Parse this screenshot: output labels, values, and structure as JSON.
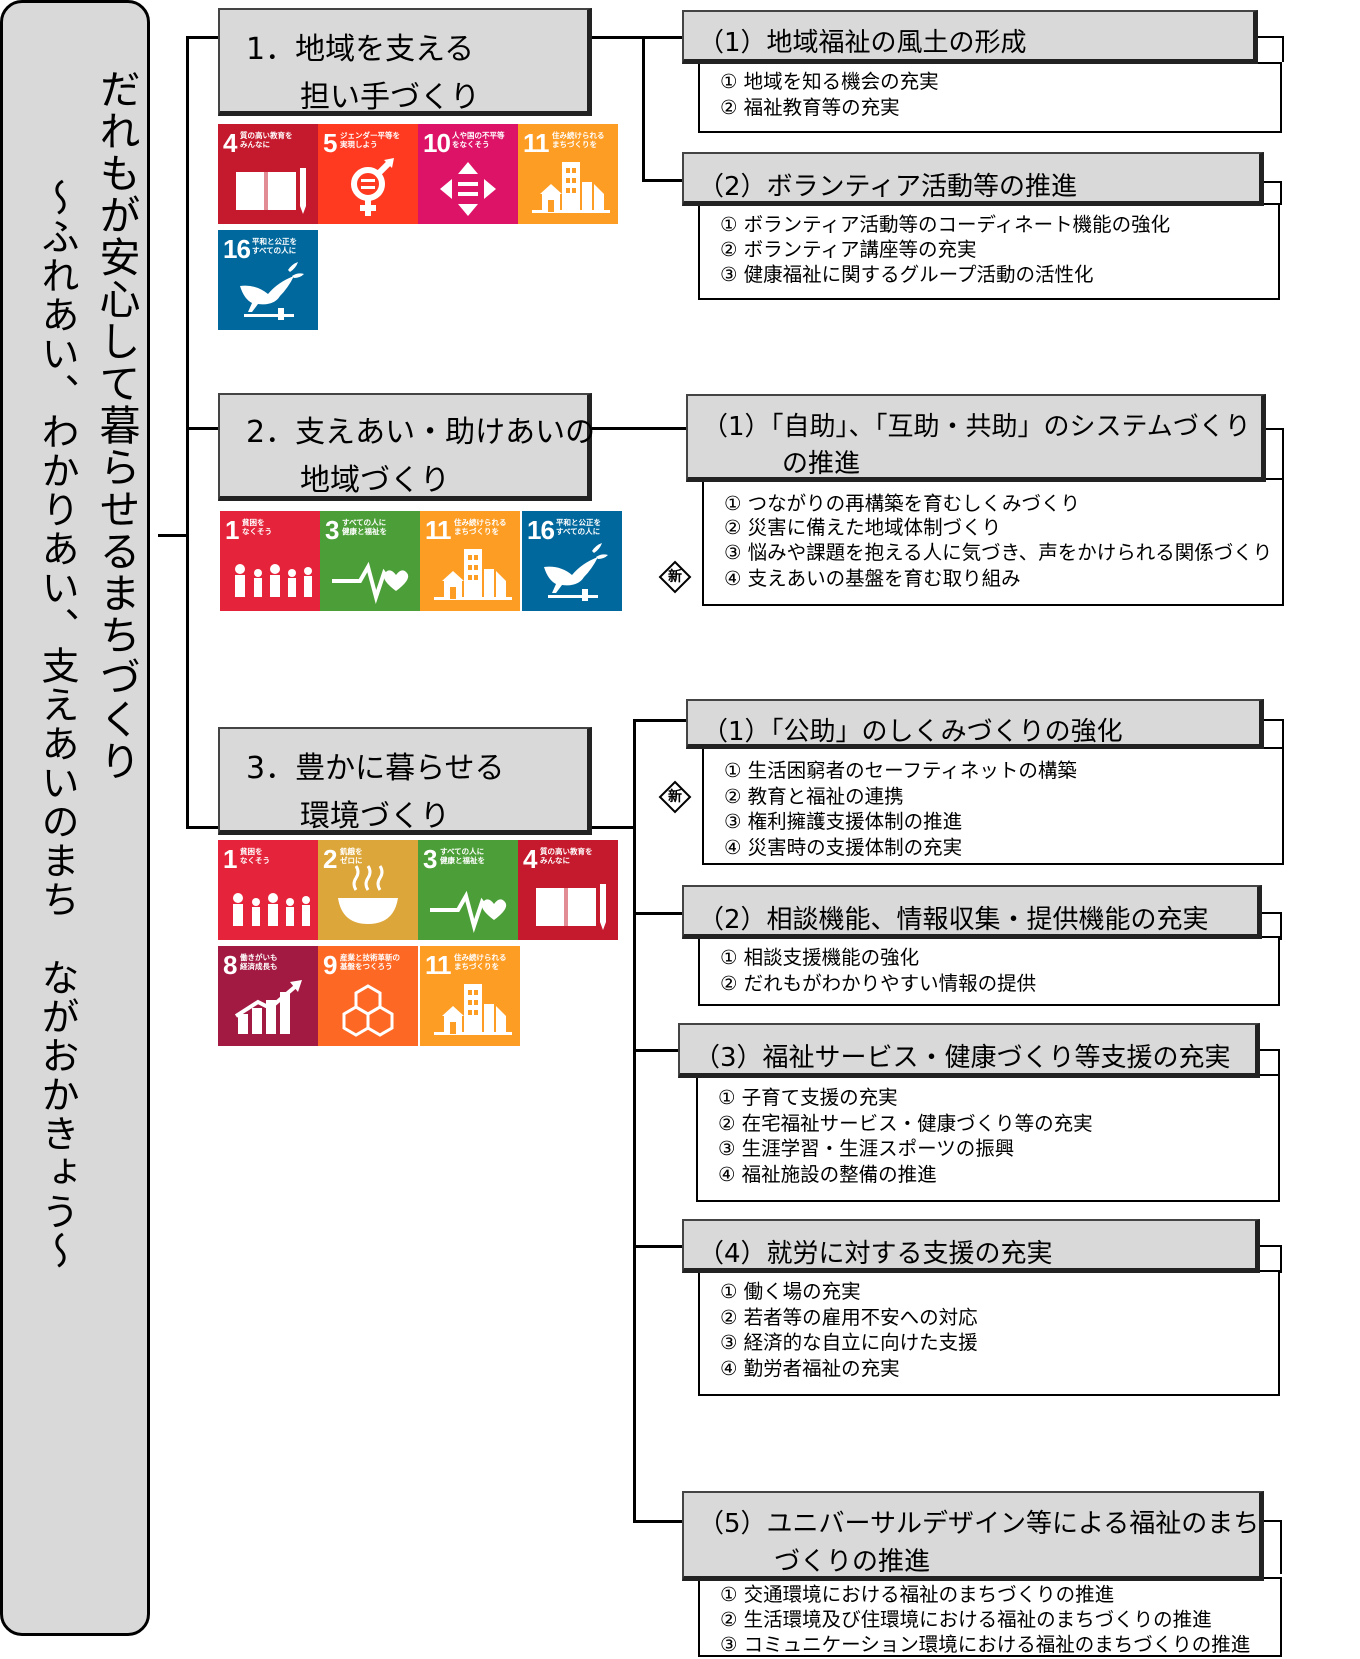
{
  "vision": {
    "main": "だれもが安心して暮らせるまちづくり",
    "sub": "～ふれあい、わかりあい、支えあいのまち　ながおかきょう～"
  },
  "goals": [
    {
      "line1": "1．地域を支える",
      "line2": "担い手づくり"
    },
    {
      "line1": "2．支えあい・助けあいの",
      "line2": "地域づくり"
    },
    {
      "line1": "3．豊かに暮らせる",
      "line2": "環境づくり"
    }
  ],
  "policies": [
    {
      "head": [
        "（1）地域福祉の風土の形成"
      ],
      "items": [
        "①  地域を知る機会の充実",
        "②  福祉教育等の充実"
      ]
    },
    {
      "head": [
        "（2）ボランティア活動等の推進"
      ],
      "items": [
        "①  ボランティア活動等のコーディネート機能の強化",
        "②  ボランティア講座等の充実",
        "③  健康福祉に関するグループ活動の活性化"
      ]
    },
    {
      "head": [
        "（1）「自助」、「互助・共助」のシステムづくり",
        "の推進"
      ],
      "items": [
        "①  つながりの再構築を育むしくみづくり",
        "②  災害に備えた地域体制づくり",
        "③  悩みや課題を抱える人に気づき、声をかけられる関係づくり",
        "④  支えあいの基盤を育む取り組み"
      ]
    },
    {
      "head": [
        "（1）「公助」のしくみづくりの強化"
      ],
      "items": [
        "①  生活困窮者のセーフティネットの構築",
        "②  教育と福祉の連携",
        "③  権利擁護支援体制の推進",
        "④  災害時の支援体制の充実"
      ]
    },
    {
      "head": [
        "（2）相談機能、情報収集・提供機能の充実"
      ],
      "items": [
        "①  相談支援機能の強化",
        "②  だれもがわかりやすい情報の提供"
      ]
    },
    {
      "head": [
        "（3）福祉サービス・健康づくり等支援の充実"
      ],
      "items": [
        "①  子育て支援の充実",
        "②  在宅福祉サービス・健康づくり等の充実",
        "③  生涯学習・生涯スポーツの振興",
        "④  福祉施設の整備の推進"
      ]
    },
    {
      "head": [
        "（4）就労に対する支援の充実"
      ],
      "items": [
        "①  働く場の充実",
        "②  若者等の雇用不安への対応",
        "③  経済的な自立に向けた支援",
        "④  勤労者福祉の充実"
      ]
    },
    {
      "head": [
        "（5）ユニバーサルデザイン等による福祉のまち",
        "づくりの推進"
      ],
      "items": [
        "①  交通環境における福祉のまちづくりの推進",
        "②  生活環境及び住環境における福祉のまちづくりの推進",
        "③  コミュニケーション環境における福祉のまちづくりの推進"
      ]
    }
  ],
  "new_mark": "新",
  "sdgs": {
    "g1": {
      "num": "1",
      "label": "貧困を\nなくそう",
      "color": "#e5243b",
      "icon": "people-icon"
    },
    "g2": {
      "num": "2",
      "label": "飢餓を\nゼロに",
      "color": "#dda63a",
      "icon": "bowl-icon"
    },
    "g3": {
      "num": "3",
      "label": "すべての人に\n健康と福祉を",
      "color": "#4c9f38",
      "icon": "heartbeat-icon"
    },
    "g4": {
      "num": "4",
      "label": "質の高い教育を\nみんなに",
      "color": "#c5192d",
      "icon": "book-icon"
    },
    "g5": {
      "num": "5",
      "label": "ジェンダー平等を\n実現しよう",
      "color": "#ff3a21",
      "icon": "gender-icon"
    },
    "g8": {
      "num": "8",
      "label": "働きがいも\n経済成長も",
      "color": "#a21942",
      "icon": "growth-chart-icon"
    },
    "g9": {
      "num": "9",
      "label": "産業と技術革新の\n基盤をつくろう",
      "color": "#fd6925",
      "icon": "cubes-icon"
    },
    "g10": {
      "num": "10",
      "label": "人や国の不平等\nをなくそう",
      "color": "#dd1367",
      "icon": "equality-icon"
    },
    "g11": {
      "num": "11",
      "label": "住み続けられる\nまちづくりを",
      "color": "#fd9d24",
      "icon": "city-icon"
    },
    "g16": {
      "num": "16",
      "label": "平和と公正を\nすべての人に",
      "color": "#00689d",
      "icon": "dove-icon"
    }
  }
}
